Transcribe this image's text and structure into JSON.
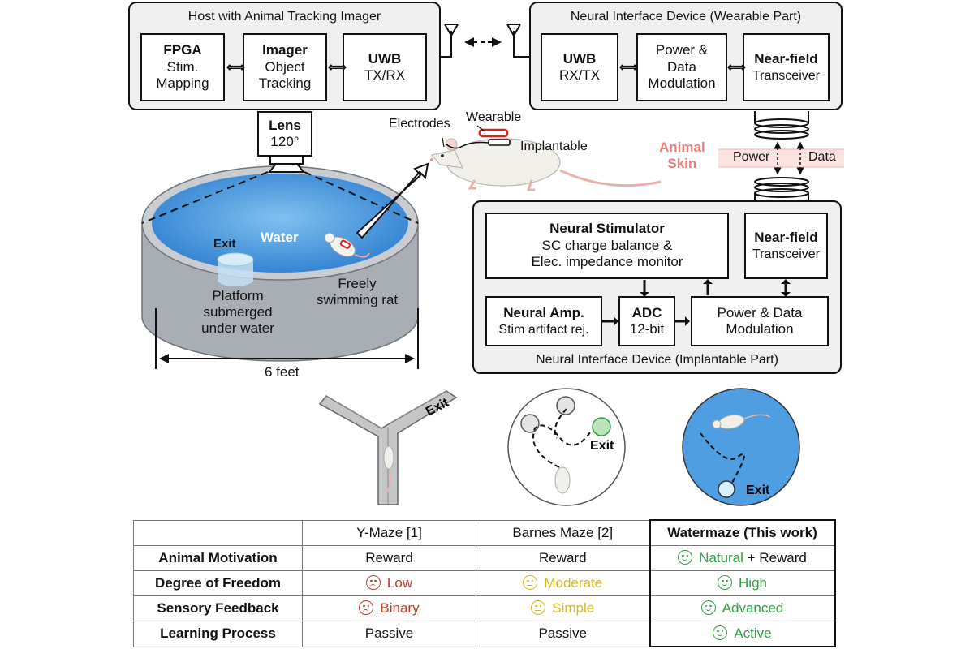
{
  "host": {
    "title": "Host with Animal Tracking Imager",
    "fpga": {
      "title": "FPGA",
      "line1": "Stim.",
      "line2": "Mapping"
    },
    "imager": {
      "title": "Imager",
      "line1": "Object",
      "line2": "Tracking"
    },
    "uwb": {
      "title": "UWB",
      "line1": "TX/RX"
    },
    "lens": {
      "title": "Lens",
      "angle": "120°"
    }
  },
  "wearable": {
    "title": "Neural Interface Device (Wearable Part)",
    "uwb": {
      "title": "UWB",
      "line1": "RX/TX"
    },
    "power": {
      "line1": "Power &",
      "line2": "Data",
      "line3": "Modulation"
    },
    "nearfield": {
      "title": "Near-field",
      "line1": "Transceiver"
    }
  },
  "skin": {
    "line1": "Animal",
    "line2": "Skin",
    "power": "Power",
    "data": "Data"
  },
  "rat_labels": {
    "electrodes": "Electrodes",
    "wearable": "Wearable",
    "implantable": "Implantable"
  },
  "pool": {
    "water": "Water",
    "exit": "Exit",
    "platform1": "Platform",
    "platform2": "submerged",
    "platform3": "under water",
    "swim1": "Freely",
    "swim2": "swimming rat",
    "size": "6 feet"
  },
  "implant": {
    "title": "Neural Interface Device (Implantable Part)",
    "stim": {
      "title": "Neural Stimulator",
      "line1": "SC charge balance &",
      "line2": "Elec. impedance monitor"
    },
    "nearfield": {
      "title": "Near-field",
      "line1": "Transceiver"
    },
    "amp": {
      "title": "Neural Amp.",
      "line1": "Stim artifact rej."
    },
    "adc": {
      "title": "ADC",
      "line1": "12-bit"
    },
    "power": {
      "line1": "Power & Data",
      "line2": "Modulation"
    }
  },
  "mazes": {
    "ymaze_exit": "Exit",
    "barnes_exit": "Exit",
    "water_exit": "Exit"
  },
  "table": {
    "headers": [
      "",
      "Y-Maze [1]",
      "Barnes Maze [2]",
      "Watermaze (This work)"
    ],
    "rows": [
      {
        "label": "Animal Motivation",
        "ymaze": "Reward",
        "barnes": "Reward",
        "water_a": "Natural",
        "water_b": " + Reward"
      },
      {
        "label": "Degree of Freedom",
        "ymaze": "Low",
        "barnes": "Moderate",
        "water": "High"
      },
      {
        "label": "Sensory Feedback",
        "ymaze": "Binary",
        "barnes": "Simple",
        "water": "Advanced"
      },
      {
        "label": "Learning Process",
        "ymaze": "Passive",
        "barnes": "Passive",
        "water": "Active"
      }
    ]
  },
  "colors": {
    "bad": "#c0392b",
    "mid": "#d4ba1a",
    "good": "#2f9e44",
    "skin": "#e8807a",
    "water": "#3f8fd6"
  }
}
